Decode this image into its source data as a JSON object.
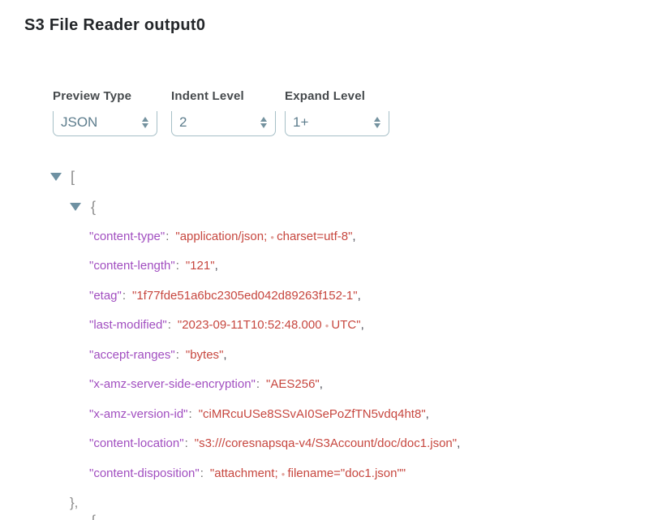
{
  "title": "S3 File Reader output0",
  "colors": {
    "key": "#a14ec0",
    "value": "#c7473f",
    "whitespace_dot": "#e2a69f",
    "punctuation": "#8b8b8b",
    "expander": "#6e91a2",
    "control_border": "#a6bfc7",
    "control_text": "#5d7d8d"
  },
  "controls": [
    {
      "label": "Preview Type",
      "value": "JSON"
    },
    {
      "label": "Indent Level",
      "value": "2"
    },
    {
      "label": "Expand Level",
      "value": "1+"
    }
  ],
  "tree": {
    "rows": [
      {
        "type": "open",
        "indent": 0,
        "bracket": "["
      },
      {
        "type": "open",
        "indent": 1,
        "bracket": "{"
      },
      {
        "type": "entry",
        "key": "content-type",
        "value": "application/json;•charset=utf-8",
        "comma": true
      },
      {
        "type": "entry",
        "key": "content-length",
        "value": "121",
        "comma": true
      },
      {
        "type": "entry",
        "key": "etag",
        "value": "1f77fde51a6bc2305ed042d89263f152-1",
        "comma": true
      },
      {
        "type": "entry",
        "key": "last-modified",
        "value": "2023-09-11T10:52:48.000•UTC",
        "comma": true
      },
      {
        "type": "entry",
        "key": "accept-ranges",
        "value": "bytes",
        "comma": true
      },
      {
        "type": "entry",
        "key": "x-amz-server-side-encryption",
        "value": "AES256",
        "comma": true
      },
      {
        "type": "entry",
        "key": "x-amz-version-id",
        "value": "ciMRcuUSe8SSvAI0SePoZfTN5vdq4ht8",
        "comma": true
      },
      {
        "type": "entry",
        "key": "content-location",
        "value": "s3:///coresnapsqa-v4/S3Account/doc/doc1.json",
        "comma": true
      },
      {
        "type": "entry",
        "key": "content-disposition",
        "value": "attachment;•filename=\"doc1.json\"",
        "comma": false
      },
      {
        "type": "close",
        "indent": 1,
        "text": "},"
      }
    ],
    "partial_next_bracket": "{"
  }
}
